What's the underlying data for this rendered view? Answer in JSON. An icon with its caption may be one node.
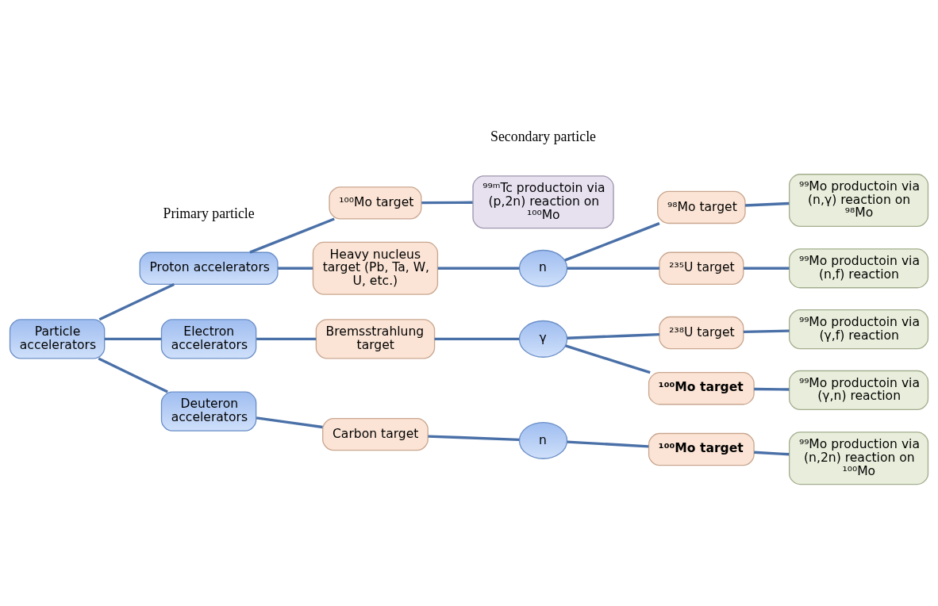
{
  "diagram": {
    "nodes": [
      {
        "text": [
          "Particle accelerators"
        ]
      },
      {
        "text": [
          "Proton accelerators"
        ]
      },
      {
        "text": [
          "Electron accelerators"
        ]
      },
      {
        "text": [
          "Deuteron accelerators"
        ]
      },
      {
        "text": [
          "¹⁰⁰Mo target"
        ]
      },
      {
        "text": [
          "Heavy nucleus target (Pb, Ta, W, U, etc.)"
        ]
      },
      {
        "text": [
          "Bremsstrahlung target"
        ]
      },
      {
        "text": [
          "Carbon target"
        ]
      },
      {
        "text": [
          "n"
        ]
      },
      {
        "text": [
          "γ"
        ]
      },
      {
        "text": [
          "n"
        ]
      },
      {
        "text": [
          "⁹⁸Mo target"
        ]
      },
      {
        "text": [
          "²³⁵U target"
        ]
      },
      {
        "text": [
          "²³⁸U target"
        ]
      },
      {
        "text": [
          "¹⁰⁰Mo target"
        ]
      },
      {
        "text": [
          "¹⁰⁰Mo target"
        ]
      },
      {
        "text": [
          "⁹⁹ᵐTc productoin via (p,2n) reaction on ¹⁰⁰Mo"
        ]
      },
      {
        "text": [
          "⁹⁹Mo productoin via (n,γ) reaction on ⁹⁸Mo"
        ]
      },
      {
        "text": [
          "⁹⁹Mo productoin via (n,f) reaction"
        ]
      },
      {
        "text": [
          "⁹⁹Mo productoin via (γ,f) reaction"
        ]
      },
      {
        "text": [
          "⁹⁹Mo productoin via (γ,n) reaction"
        ]
      },
      {
        "text": [
          "⁹⁹Mo production via (n,2n) reaction on ¹⁰⁰Mo"
        ]
      }
    ],
    "edges": [
      {
        "from": 0,
        "to": 1,
        "arrow": "none"
      },
      {
        "from": 0,
        "to": 2,
        "arrow": "none"
      },
      {
        "from": 0,
        "to": 3,
        "arrow": "none"
      },
      {
        "from": 1,
        "to": 4,
        "arrow": "none"
      },
      {
        "from": 1,
        "to": 5,
        "arrow": "none"
      },
      {
        "from": 2,
        "to": 6,
        "arrow": "none"
      },
      {
        "from": 3,
        "to": 7,
        "arrow": "none"
      },
      {
        "from": 5,
        "to": 8,
        "arrow": "none"
      },
      {
        "from": 6,
        "to": 9,
        "arrow": "none"
      },
      {
        "from": 7,
        "to": 10,
        "arrow": "none"
      },
      {
        "from": 8,
        "to": 11,
        "arrow": "none"
      },
      {
        "from": 8,
        "to": 12,
        "arrow": "none"
      },
      {
        "from": 9,
        "to": 13,
        "arrow": "none"
      },
      {
        "from": 9,
        "to": 14,
        "arrow": "none"
      },
      {
        "from": 10,
        "to": 15,
        "arrow": "none"
      },
      {
        "from": 4,
        "to": 16,
        "arrow": "none"
      },
      {
        "from": 11,
        "to": 17,
        "arrow": "none"
      },
      {
        "from": 12,
        "to": 18,
        "arrow": "none"
      },
      {
        "from": 13,
        "to": 19,
        "arrow": "none"
      },
      {
        "from": 14,
        "to": 20,
        "arrow": "none"
      },
      {
        "from": 15,
        "to": 21,
        "arrow": "none"
      }
    ],
    "labels": [
      "Primary particle",
      "Secondary particle"
    ]
  }
}
